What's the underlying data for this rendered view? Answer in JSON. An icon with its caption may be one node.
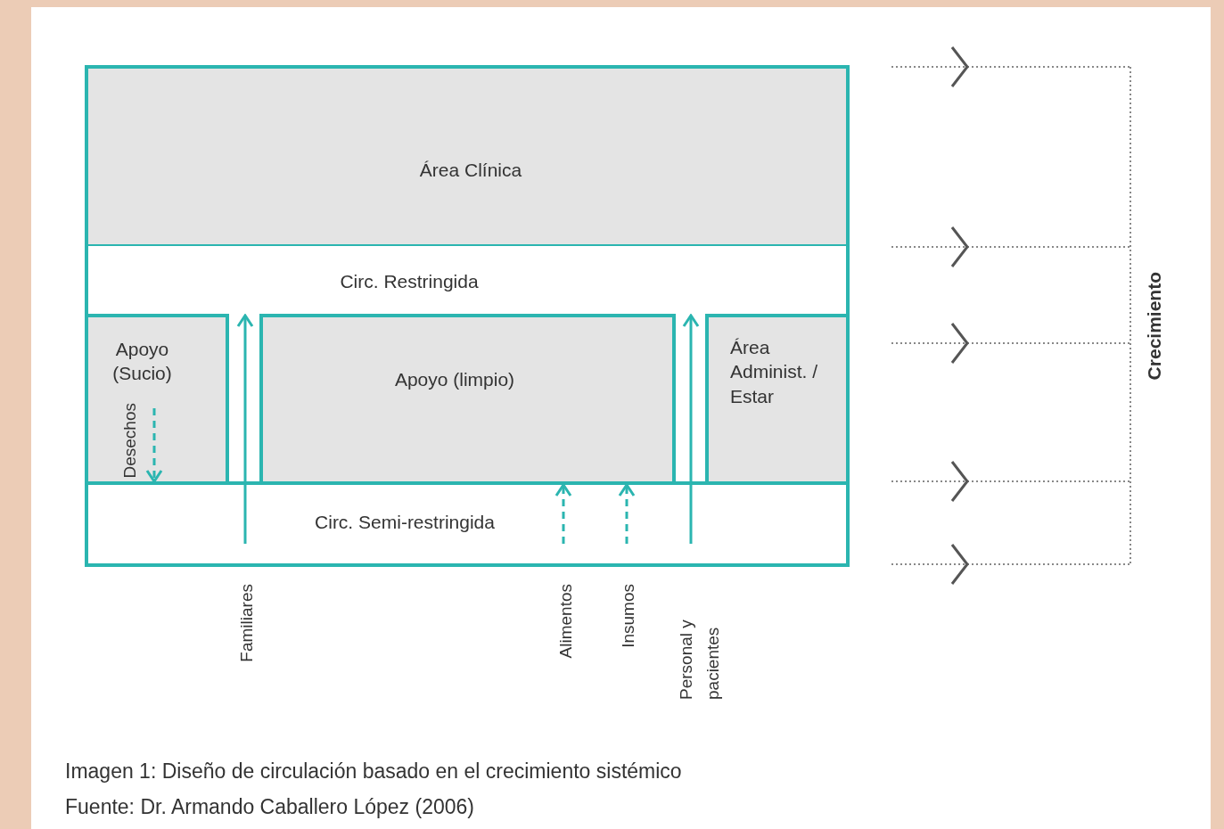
{
  "diagram": {
    "caption": "Imagen 1: Diseño de circulación basado en el crecimiento sistémico",
    "nodes": [
      {
        "text": [
          "Área Clínica"
        ]
      },
      {
        "text": [
          "Circ. Restringida"
        ]
      },
      {
        "text": [
          "Apoyo (Sucio)"
        ]
      },
      {
        "text": [
          "Apoyo (limpio)"
        ]
      },
      {
        "text": [
          "Área Administ. / Estar"
        ]
      },
      {
        "text": [
          "Circ. Semi-restringida"
        ]
      }
    ],
    "edges": [
      {
        "from": 2,
        "to": 5,
        "arrow": "to",
        "style": "dashed",
        "label": "Desechos"
      },
      {
        "from": 5,
        "to": 1,
        "arrow": "to",
        "label": "Familiares"
      },
      {
        "from": 5,
        "to": 3,
        "arrow": "to",
        "style": "dashed",
        "label": "Alimentos"
      },
      {
        "from": 5,
        "to": 3,
        "arrow": "to",
        "style": "dashed",
        "label": "Insumos"
      },
      {
        "from": 5,
        "to": 1,
        "arrow": "to",
        "label": "Personal y pacientes"
      }
    ],
    "labels": [
      "Crecimiento",
      "Fuente: Dr. Armando Caballero López (2006)"
    ]
  }
}
